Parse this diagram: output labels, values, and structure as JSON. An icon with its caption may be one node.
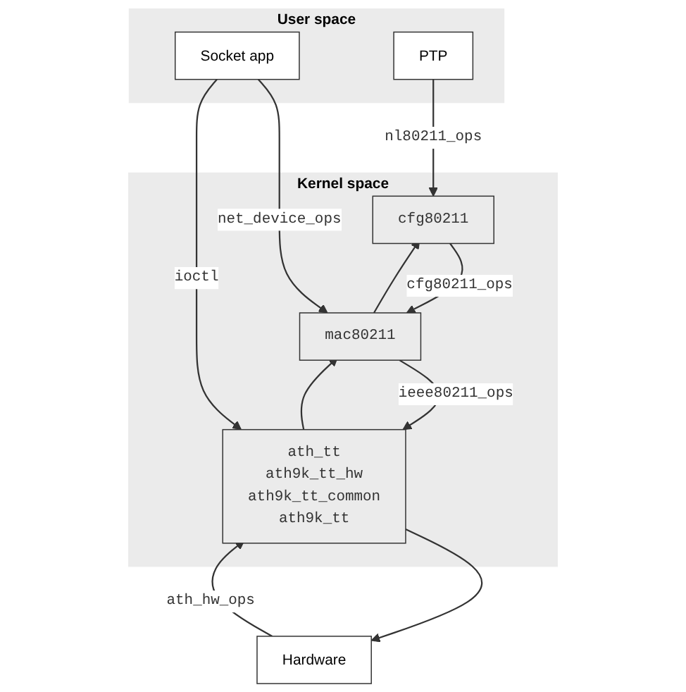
{
  "diagram": {
    "nodes": [
      {
        "text": [
          "User space"
        ]
      },
      {
        "text": [
          "Socket app"
        ],
        "in": 0
      },
      {
        "text": [
          "PTP"
        ],
        "in": 0
      },
      {
        "text": [
          "Kernel space"
        ]
      },
      {
        "text": [
          "cfg80211"
        ],
        "in": 3
      },
      {
        "text": [
          "mac80211"
        ],
        "in": 3
      },
      {
        "text": [
          "ath_tt",
          "ath9k_tt_hw",
          "ath9k_tt_common",
          "ath9k_tt"
        ],
        "in": 3
      },
      {
        "text": [
          "Hardware"
        ]
      }
    ],
    "edges": [
      {
        "from": 2,
        "to": 4,
        "arrow": "to",
        "label": "nl80211_ops"
      },
      {
        "from": 4,
        "to": 5,
        "arrow": "to",
        "label": "cfg80211_ops"
      },
      {
        "from": 5,
        "to": 4,
        "arrow": "to"
      },
      {
        "from": 1,
        "to": 5,
        "arrow": "to",
        "label": "net_device_ops"
      },
      {
        "from": 1,
        "to": 6,
        "arrow": "to",
        "label": "ioctl"
      },
      {
        "from": 5,
        "to": 6,
        "arrow": "to",
        "label": "ieee80211_ops"
      },
      {
        "from": 6,
        "to": 5,
        "arrow": "to"
      },
      {
        "from": 6,
        "to": 7,
        "arrow": "to"
      },
      {
        "from": 7,
        "to": 6,
        "arrow": "to",
        "label": "ath_hw_ops"
      }
    ]
  }
}
